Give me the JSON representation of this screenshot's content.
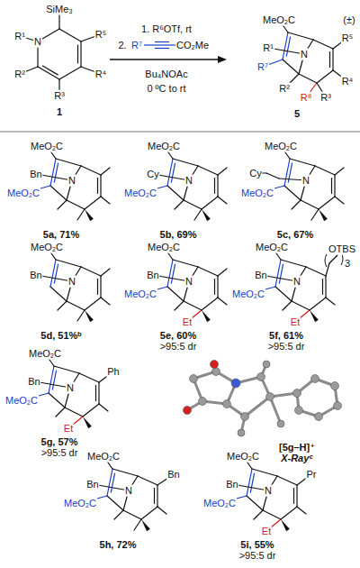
{
  "diagram": {
    "labels": [
      "SiMe₃",
      "R¹",
      "N",
      "R⁵",
      "R⁴",
      "R³",
      "R²",
      "1",
      "1. R⁶OTf, rt",
      "2.",
      "R⁷",
      "CO₂Me",
      "Bu₄NOAc",
      "0 ºC to rt",
      "(±)",
      "MeO₂C",
      "R⁷",
      "R¹",
      "N",
      "R⁵",
      "R⁴",
      "R⁸",
      "R³",
      "R²",
      "5",
      "MeO₂C",
      "Bn",
      "N",
      "MeO₂C",
      "5a, 71%",
      "MeO₂C",
      "Cy",
      "N",
      "MeO₂C",
      "5b, 69%",
      "MeO₂C",
      "Cy",
      "N",
      "MeO₂C",
      "5c, 67%",
      "MeO₂C",
      "Bn",
      "N",
      "5d, 51%ᵇ",
      "MeO₂C",
      "Bn",
      "N",
      "MeO₂C",
      "Et",
      "5e, 60%",
      ">95:5 dr",
      "MeO₂C",
      "Bn",
      "N",
      "MeO₂C",
      "3",
      "OTBS",
      "Et",
      "5f, 61%",
      ">95:5 dr",
      "MeO₂C",
      "Bn",
      "N",
      "MeO₂C",
      "Ph",
      "Et",
      "5g, 57%",
      ">95:5 dr",
      "[5g–H]⁺",
      "X-Rayᶜ",
      "MeO₂C",
      "Bn",
      "N",
      "MeO₂C",
      "Bn",
      "5h, 72%",
      "MeO₂C",
      "Bn",
      "N",
      "MeO₂C",
      "Pr",
      "Et",
      "5i, 55%",
      ">95:5 dr"
    ]
  }
}
